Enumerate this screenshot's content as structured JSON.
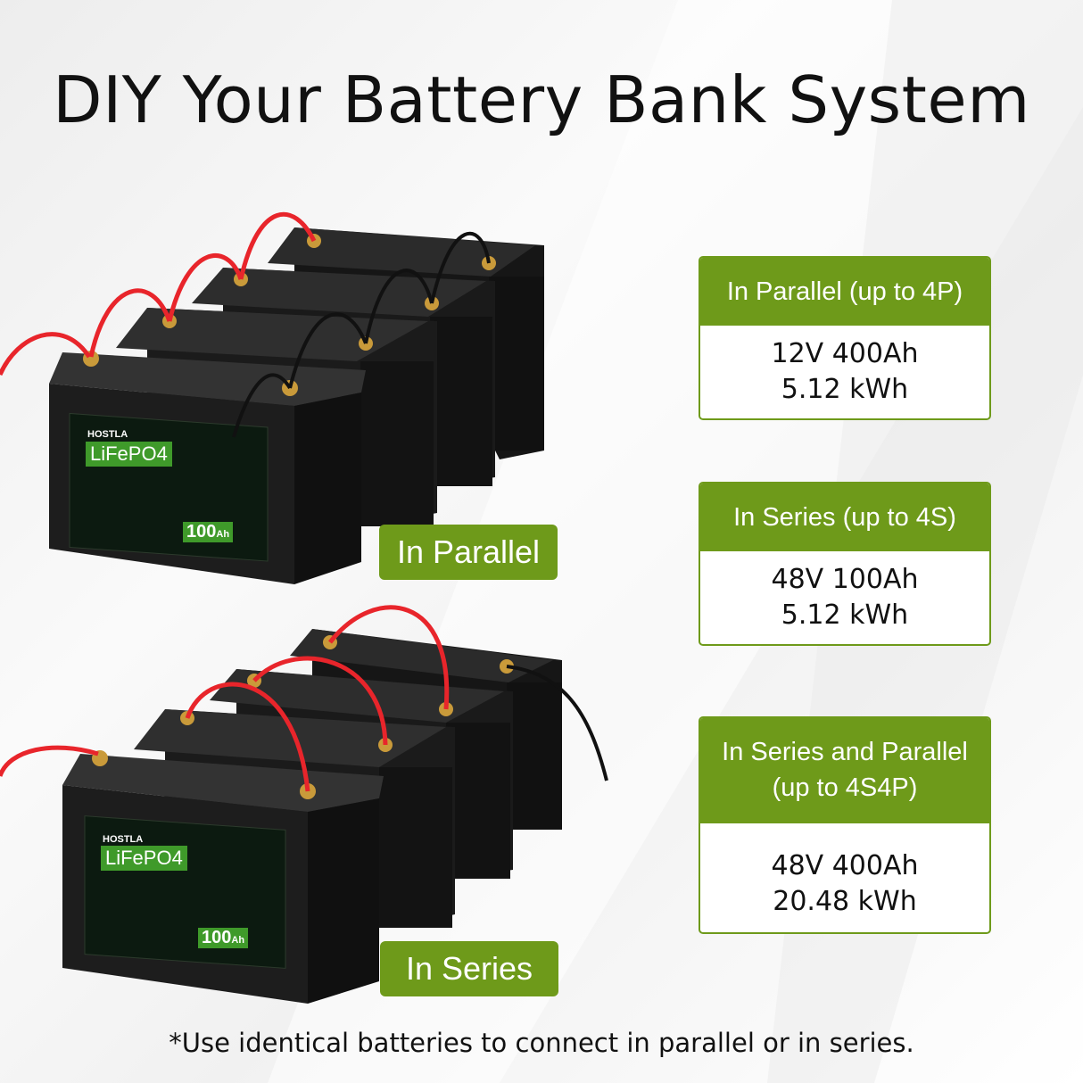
{
  "title": "DIY Your Battery Bank System",
  "banks": [
    {
      "label": "In Parallel",
      "battery": {
        "brand": "HOSTLA",
        "chemistry": "LiFePO4",
        "capacity": "100",
        "unit": "Ah"
      }
    },
    {
      "label": "In Series",
      "battery": {
        "brand": "HOSTLA",
        "chemistry": "LiFePO4",
        "capacity": "100",
        "unit": "Ah"
      }
    }
  ],
  "cards": [
    {
      "header": "In Parallel (up to 4P)",
      "line1": "12V 400Ah",
      "line2": "5.12 kWh"
    },
    {
      "header": "In Series (up to 4S)",
      "line1": "48V 100Ah",
      "line2": "5.12 kWh"
    },
    {
      "header_line1": "In Series and Parallel",
      "header_line2": "(up to 4S4P)",
      "line1": "48V 400Ah",
      "line2": "20.48 kWh"
    }
  ],
  "footnote": "*Use identical batteries to connect in parallel or in series.",
  "colors": {
    "accent": "#6e9a1a",
    "battery": "#1b1b1b",
    "cable_positive": "#e8252b",
    "cable_negative": "#111111"
  }
}
